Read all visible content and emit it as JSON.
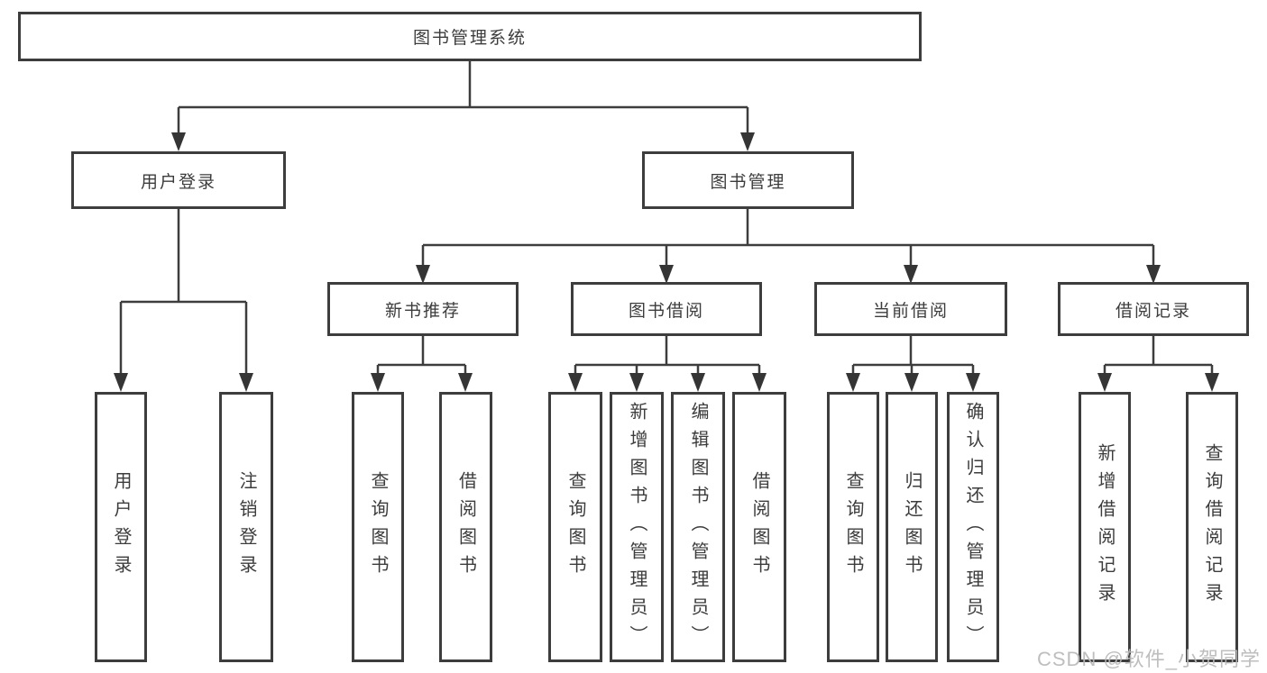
{
  "diagram": {
    "title": "图书管理系统",
    "root": {
      "label": "图书管理系统"
    },
    "branches": [
      {
        "label": "用户登录",
        "leaves": [
          "用户登录",
          "注销登录"
        ]
      },
      {
        "label": "图书管理",
        "groups": [
          {
            "label": "新书推荐",
            "leaves": [
              "查询图书",
              "借阅图书"
            ]
          },
          {
            "label": "图书借阅",
            "leaves": [
              "查询图书",
              "新增图书（管理员）",
              "编辑图书（管理员）",
              "借阅图书"
            ]
          },
          {
            "label": "当前借阅",
            "leaves": [
              "查询图书",
              "归还图书",
              "确认归还（管理员）"
            ]
          },
          {
            "label": "借阅记录",
            "leaves": [
              "新增借阅记录",
              "查询借阅记录"
            ]
          }
        ]
      }
    ]
  },
  "colors": {
    "line": "#3d3d3d",
    "text": "#3c3c3c",
    "background": "#ffffff",
    "watermark": "#b9b9b9"
  },
  "watermark": {
    "text": "CSDN @软件_小贺同学"
  }
}
